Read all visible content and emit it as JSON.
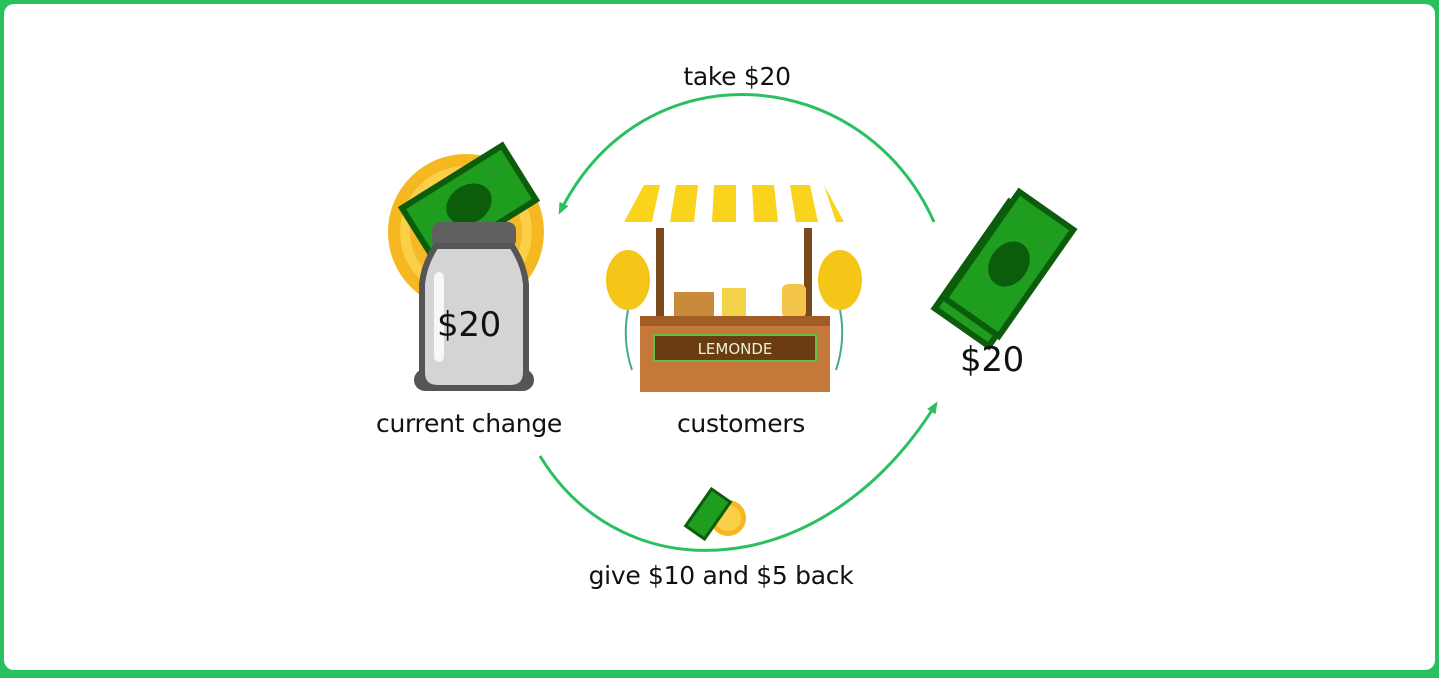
{
  "diagram": {
    "top_arrow_label": "take $20",
    "bottom_arrow_label": "give $10 and $5 back",
    "jar_amount": "$20",
    "jar_label": "current change",
    "stand_label": "customers",
    "stand_sign": "LEMONDE",
    "bill_amount": "$20",
    "bill_symbol": "$"
  },
  "colors": {
    "frame": "#2bc05f",
    "arrow": "#2bc05f",
    "bill": "#1f9d1f",
    "bill_dark": "#0b5d0b",
    "coin": "#f5b820",
    "awning": "#f9d31c"
  }
}
